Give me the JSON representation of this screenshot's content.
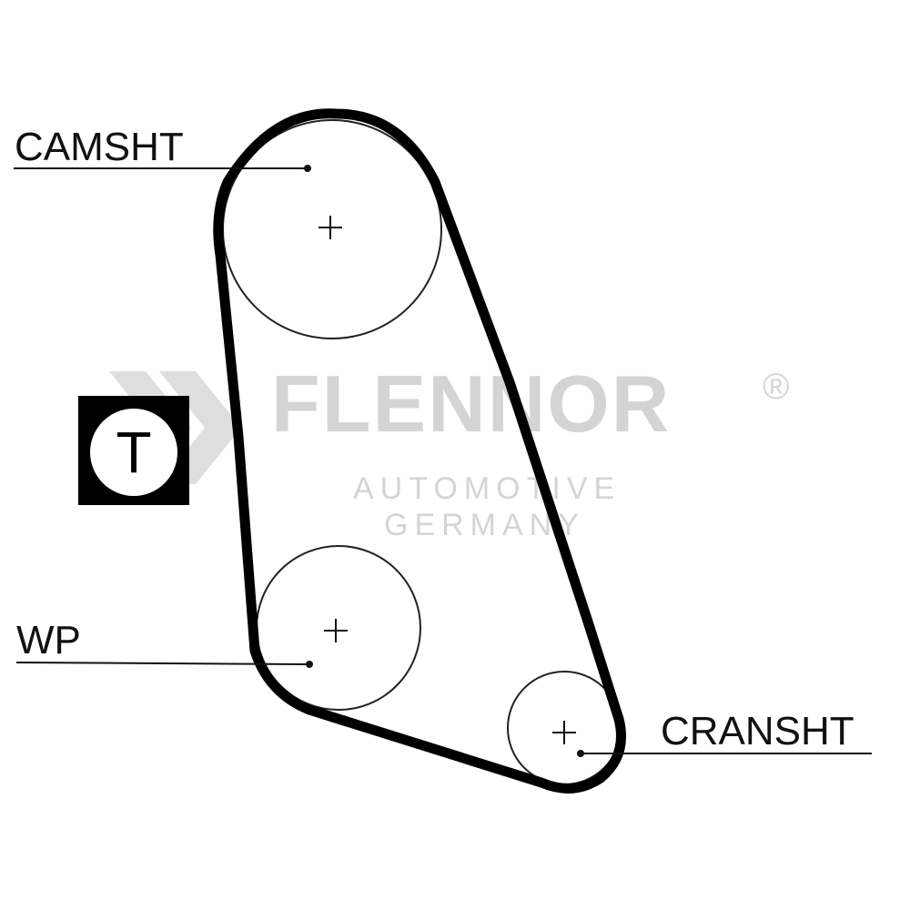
{
  "labels": {
    "camshaft": "CAMSHT",
    "water_pump": "WP",
    "crankshaft": "CRANSHT",
    "tensioner": "T"
  },
  "watermark": {
    "brand": "FLENNOR",
    "registered": "®",
    "line1": "AUTOMOTIVE",
    "line2": "GERMANY"
  },
  "colors": {
    "belt": "#000000",
    "pulley_outline": "#222222",
    "label_text": "#111111",
    "watermark": "#d4d4d4"
  }
}
